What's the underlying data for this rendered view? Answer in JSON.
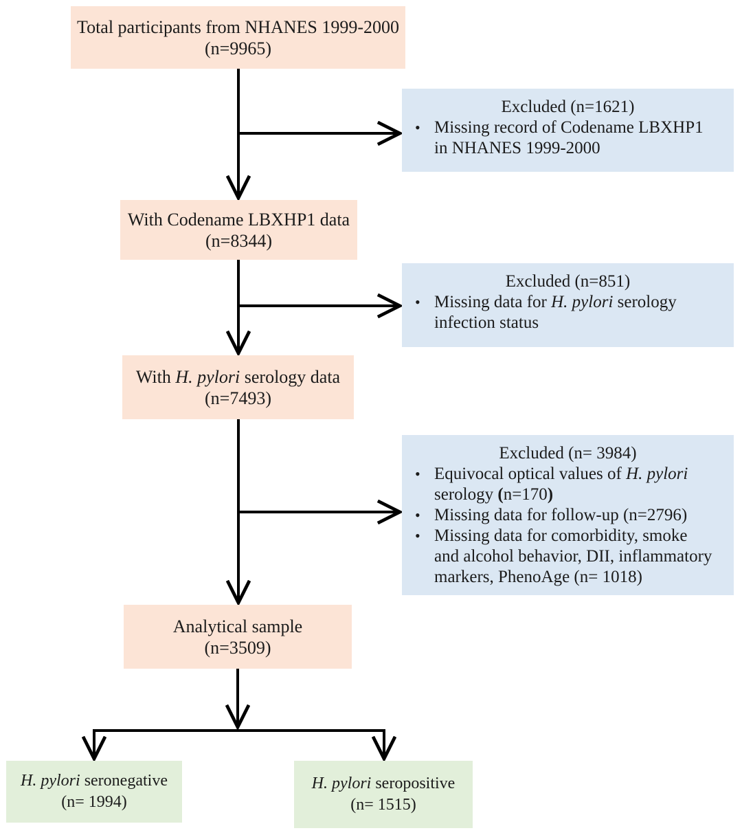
{
  "figure": {
    "type": "participant-flow-diagram",
    "bullet_glyph": "•",
    "colors": {
      "cohort_fill": "#fce4d6",
      "excluded_fill": "#dbe7f3",
      "outcome_fill": "#e2efda",
      "line": "#000000",
      "text": "#1b1b1b",
      "background": "#ffffff"
    }
  },
  "cohort_boxes": {
    "total": {
      "lines": [
        [
          {
            "t": "Total participants from NHANES 1999-2000"
          }
        ],
        [
          {
            "t": "(n=9965)"
          }
        ]
      ]
    },
    "lbxhp1": {
      "lines": [
        [
          {
            "t": "With Codename LBXHP1 data"
          }
        ],
        [
          {
            "t": "(n=8344)"
          }
        ]
      ]
    },
    "serology": {
      "lines": [
        [
          {
            "t": "With "
          },
          {
            "t": "H. pylori",
            "i": true
          },
          {
            "t": " serology data"
          }
        ],
        [
          {
            "t": "(n=7493)"
          }
        ]
      ]
    },
    "analytical": {
      "lines": [
        [
          {
            "t": "Analytical sample"
          }
        ],
        [
          {
            "t": "(n=3509)"
          }
        ]
      ]
    }
  },
  "excluded_boxes": {
    "missing_lbxhp1": {
      "title": [
        {
          "t": "Excluded (n=1621)"
        }
      ],
      "bullets": [
        [
          [
            {
              "t": "Missing record of Codename LBXHP1"
            }
          ],
          [
            {
              "t": "in NHANES 1999-2000"
            }
          ]
        ]
      ]
    },
    "missing_serology": {
      "title": [
        {
          "t": "Excluded (n=851)"
        }
      ],
      "bullets": [
        [
          [
            {
              "t": "Missing data for "
            },
            {
              "t": "H. pylori",
              "i": true
            },
            {
              "t": " serology"
            }
          ],
          [
            {
              "t": "infection status"
            }
          ]
        ]
      ]
    },
    "equivocal_followup_covariates": {
      "title": [
        {
          "t": "Excluded (n= 3984)"
        }
      ],
      "bullets": [
        [
          [
            {
              "t": "Equivocal optical values of "
            },
            {
              "t": "H. pylori",
              "i": true
            }
          ],
          [
            {
              "t": "serology "
            },
            {
              "t": "(",
              "b": true
            },
            {
              "t": "n=170"
            },
            {
              "t": ")",
              "b": true
            }
          ]
        ],
        [
          [
            {
              "t": "Missing data for follow-up (n=2796)"
            }
          ]
        ],
        [
          [
            {
              "t": "Missing data for comorbidity, smoke"
            }
          ],
          [
            {
              "t": "and alcohol behavior, DII, inflammatory"
            }
          ],
          [
            {
              "t": "markers, PhenoAge (n= 1018)"
            }
          ]
        ]
      ]
    }
  },
  "outcome_boxes": {
    "seronegative": {
      "lines": [
        [
          {
            "t": "H. pylori",
            "i": true
          },
          {
            "t": " seronegative"
          }
        ],
        [
          {
            "t": "(n= 1994)"
          }
        ]
      ]
    },
    "seropositive": {
      "lines": [
        [
          {
            "t": "H. pylori",
            "i": true
          },
          {
            "t": " seropositive"
          }
        ],
        [
          {
            "t": "(n= 1515)"
          }
        ]
      ]
    }
  }
}
